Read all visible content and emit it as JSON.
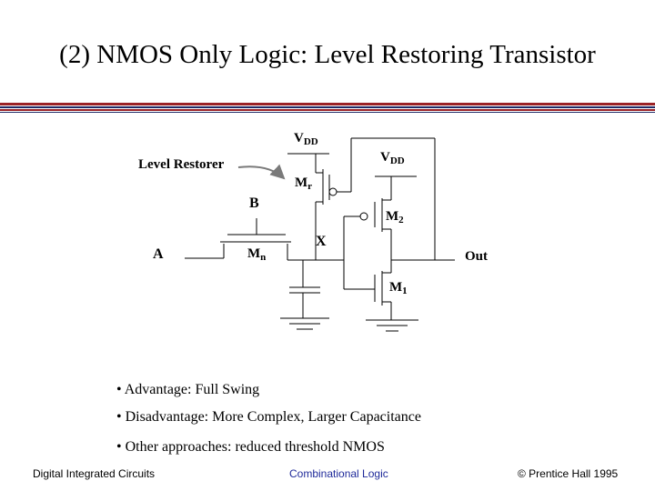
{
  "title": "(2) NMOS Only Logic: Level Restoring Transistor",
  "diagram": {
    "vdd_left": "V",
    "vdd_left_sub": "DD",
    "vdd_right": "V",
    "vdd_right_sub": "DD",
    "level_restorer": "Level Restorer",
    "mr": "M",
    "mr_sub": "r",
    "b": "B",
    "m2": "M",
    "m2_sub": "2",
    "x": "X",
    "a": "A",
    "mn": "M",
    "mn_sub": "n",
    "out": "Out",
    "m1": "M",
    "m1_sub": "1"
  },
  "bullets": [
    "• Advantage: Full Swing",
    "• Disadvantage: More Complex, Larger Capacitance",
    "• Other approaches: reduced threshold NMOS"
  ],
  "footer": {
    "left": "Digital Integrated Circuits",
    "center": "Combinational Logic",
    "right": "© Prentice Hall 1995"
  },
  "colors": {
    "rule_red": "#9b2226",
    "rule_navy": "#1f2a66",
    "footer_center": "#1f2a9a",
    "arrow": "#7a7a7a"
  }
}
